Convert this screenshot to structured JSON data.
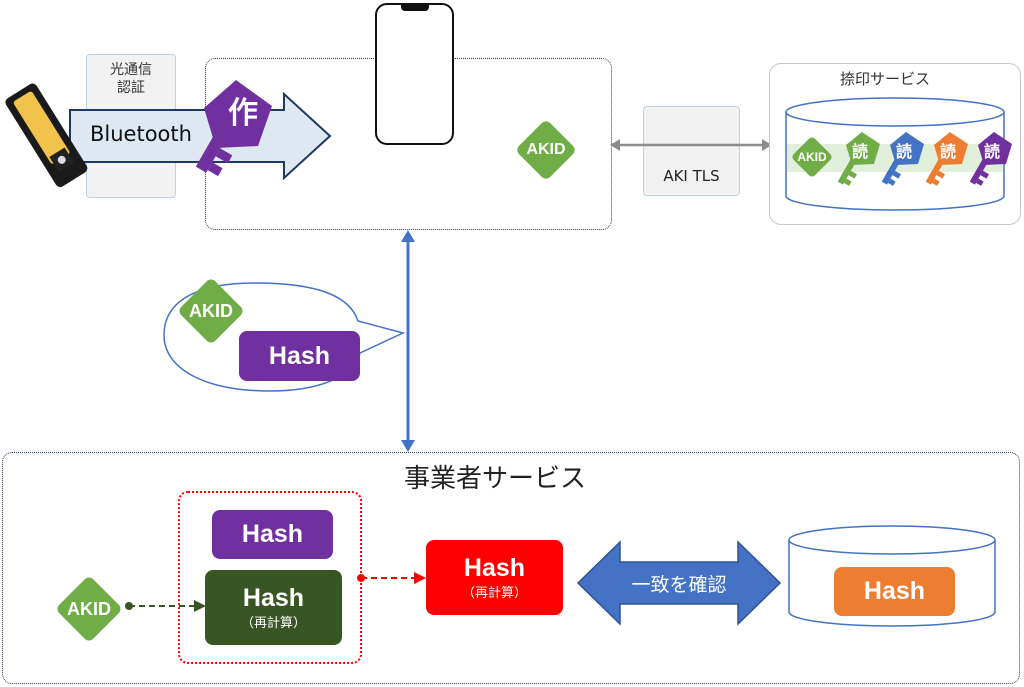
{
  "top_left": {
    "optical_auth_label": "光通信\n認証",
    "bluetooth_label": "Bluetooth",
    "create_key_char": "作",
    "akid_label": "AKID"
  },
  "aki_tls": {
    "label": "AKI TLS"
  },
  "seal_service": {
    "title": "捺印サービス",
    "akid_label": "AKID",
    "read_keys": [
      "読",
      "読",
      "読",
      "読"
    ]
  },
  "bubble": {
    "akid_label": "AKID",
    "hash_label": "Hash"
  },
  "business": {
    "title": "事業者サービス",
    "akid_label": "AKID",
    "hash_purple": "Hash",
    "hash_green": "Hash",
    "hash_green_sub": "（再計算）",
    "hash_red": "Hash",
    "hash_red_sub": "（再計算）",
    "match_label": "一致を確認",
    "hash_orange": "Hash"
  },
  "colors": {
    "purple": "#7030a0",
    "green": "#70ad47",
    "dark_green": "#375623",
    "red": "#ff0000",
    "orange": "#ed7d31",
    "blue": "#4472c4",
    "navy": "#1f3864"
  }
}
